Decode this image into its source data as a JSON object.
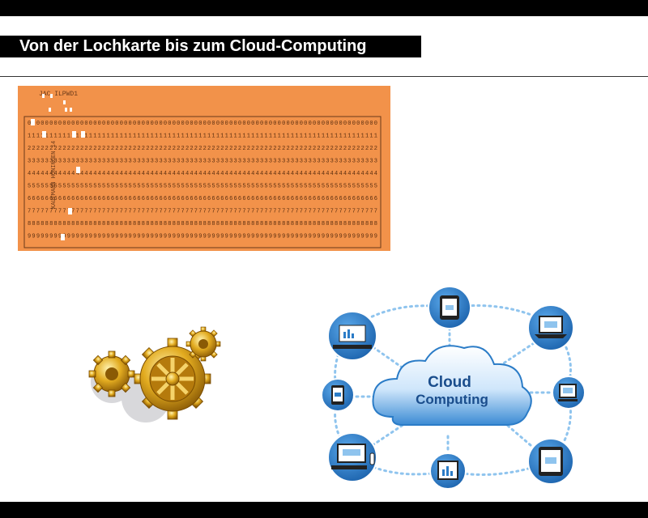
{
  "slide": {
    "title": "Von der Lochkarte bis zum Cloud-Computing"
  },
  "punchcard": {
    "header_text": "JAC ILPWD1",
    "side_label": "KAUFMANN  HÖNINGEN  14",
    "color": "#f2924a",
    "rows": [
      "0",
      "1",
      "2",
      "3",
      "4",
      "5",
      "6",
      "7",
      "8",
      "9"
    ]
  },
  "gears": {
    "icon": "gears-icon",
    "color": "#d9a21b"
  },
  "cloud": {
    "line1": "Cloud",
    "line2": "Computing",
    "color": "#2b7cc7",
    "devices": [
      "desktop-icon",
      "tablet-icon",
      "laptop-icon",
      "phone-icon",
      "phone-icon",
      "desktop-icon",
      "tablet-icon",
      "tablet-icon"
    ]
  }
}
